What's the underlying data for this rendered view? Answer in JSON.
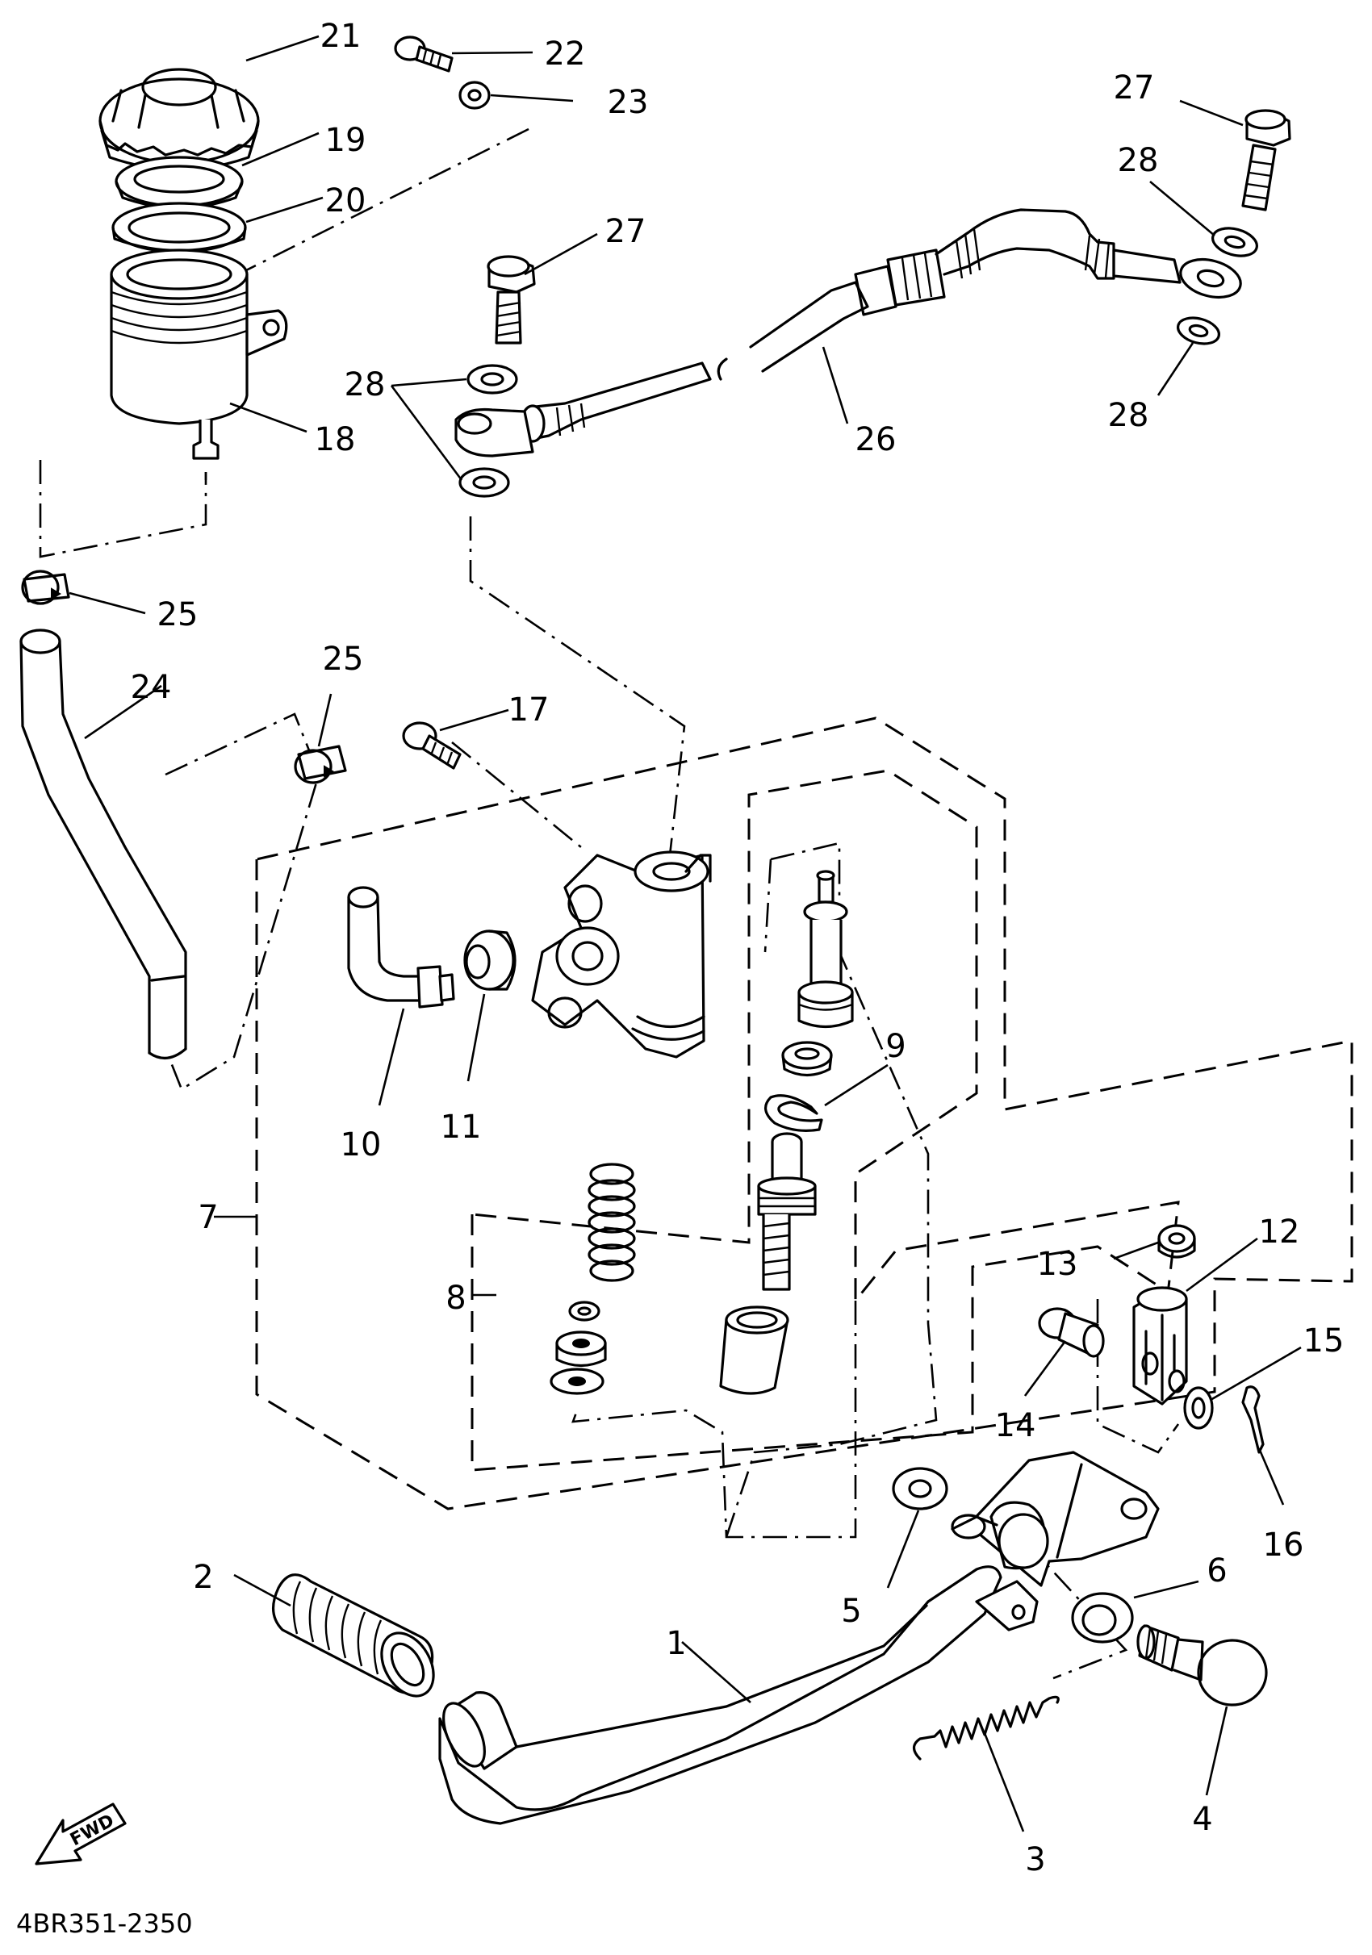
{
  "diagram_code": "4BR351-2350",
  "fwd_label": "FWD",
  "callouts": {
    "c1": "1",
    "c2": "2",
    "c3": "3",
    "c4": "4",
    "c5": "5",
    "c6": "6",
    "c7": "7",
    "c8": "8",
    "c9": "9",
    "c10": "10",
    "c11": "11",
    "c12": "12",
    "c13": "13",
    "c14": "14",
    "c15": "15",
    "c16": "16",
    "c17": "17",
    "c18": "18",
    "c19": "19",
    "c20": "20",
    "c21": "21",
    "c22": "22",
    "c23": "23",
    "c24": "24",
    "c25a": "25",
    "c25b": "25",
    "c26": "26",
    "c27a": "27",
    "c27b": "27",
    "c28a": "28",
    "c28b": "28",
    "c28c": "28"
  }
}
